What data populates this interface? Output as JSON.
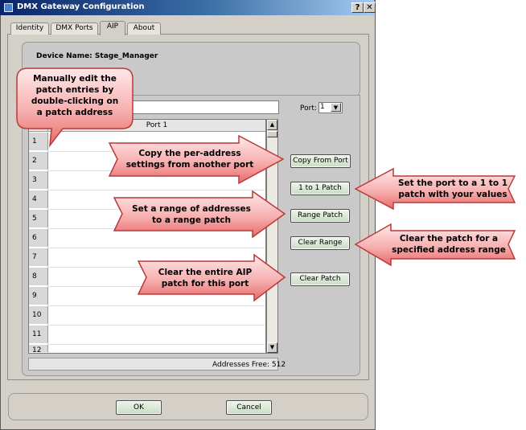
{
  "window": {
    "title": "DMX Gateway Configuration",
    "help_label": "?",
    "close_label": "✕"
  },
  "tabs": [
    {
      "label": "Identity",
      "active": false
    },
    {
      "label": "DMX Ports",
      "active": false
    },
    {
      "label": "AIP",
      "active": true
    },
    {
      "label": "About",
      "active": false
    }
  ],
  "device": {
    "label": "Device Name:  Stage_Manager"
  },
  "port": {
    "label": "Port:",
    "value": "1"
  },
  "grid": {
    "column_header": "Port 1",
    "rows": [
      "1",
      "2",
      "3",
      "4",
      "5",
      "6",
      "7",
      "8",
      "9",
      "10",
      "11",
      "12"
    ]
  },
  "status": {
    "addresses_free": "Addresses Free: 512"
  },
  "buttons": {
    "copy_from_port": "Copy From Port",
    "one_to_one": "1 to 1 Patch",
    "range_patch": "Range Patch",
    "clear_range": "Clear Range",
    "clear_patch": "Clear Patch",
    "ok": "OK",
    "cancel": "Cancel"
  },
  "callouts": {
    "edit_1": "Manually edit the",
    "edit_2": "patch entries by",
    "edit_3": "double-clicking on",
    "edit_4": "a patch address",
    "copy_1": "Copy the per-address",
    "copy_2": "settings from another port",
    "one_1": "Set the port to a 1 to 1",
    "one_2": "patch with your values",
    "range_1": "Set a range of addresses",
    "range_2": "to a range patch",
    "clearrange_1": "Clear the patch for a",
    "clearrange_2": "specified address range",
    "clearpatch_1": "Clear the entire AIP",
    "clearpatch_2": "patch for this port"
  },
  "colors": {
    "callout_fill_light": "#ffe8e8",
    "callout_fill_dark": "#e86a6a",
    "callout_stroke": "#b83a3a",
    "button_green": "#d6e8d2"
  }
}
